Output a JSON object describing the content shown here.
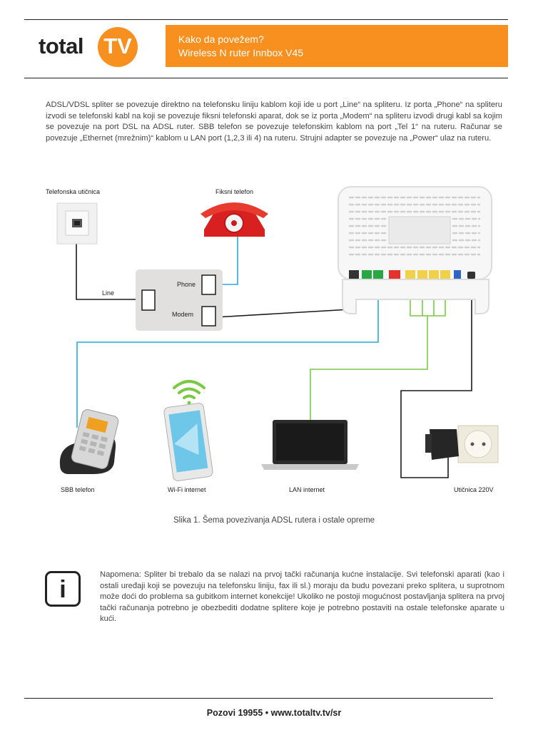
{
  "logo": {
    "word": "total",
    "mark": "TV"
  },
  "header": {
    "title_line1": "Kako da povežem?",
    "title_line2": "Wireless N ruter Innbox V45"
  },
  "intro_text": "ADSL/VDSL spliter se povezuje direktno na telefonsku liniju kablom koji ide u port „Line“ na spliteru. Iz porta „Phone“ na spliteru izvodi se telefonski kabl na koji se povezuje fiksni telefonski aparat, dok se iz porta „Modem“ na spliteru izvodi drugi kabl sa kojim se povezuje na port DSL na ADSL ruter. SBB telefon se povezuje telefonskim kablom na port „Tel 1“ na ruteru. Računar se povezuje „Ethernet (mrežnim)“ kablom u LAN port (1,2,3 ili 4) na ruteru. Strujni adapter se povezuje na „Power“ ulaz na ruteru.",
  "diagram": {
    "labels": {
      "wall_socket": "Telefonska utičnica",
      "fixed_phone": "Fiksni telefon",
      "line": "Line",
      "phone_port": "Phone",
      "modem_port": "Modem",
      "sbb_phone": "SBB telefon",
      "wifi": "Wi-Fi internet",
      "lan": "LAN internet",
      "power": "Utičnica 220V"
    },
    "colors": {
      "phone_cable": "#29a8e0",
      "lan_cable": "#7ac943",
      "line_cable": "#1a1a1a",
      "wifi_icon": "#7ac943",
      "lan_port": "#f2d14a",
      "tel_port": "#27a844",
      "dsl_port": "#e5322d"
    }
  },
  "caption": "Slika 1. Šema povezivanja ADSL rutera i ostale opreme",
  "info_icon_label": "i",
  "note_text": "Napomena: Spliter bi trebalo da se nalazi na prvoj tački računanja kućne instalacije. Svi telefonski aparati (kao i ostali uređaji koji se povezuju na telefonsku liniju, fax ili sl.) moraju da budu povezani preko splitera, u suprotnom može doći do problema sa gubitkom internet konekcije! Ukoliko ne postoji mogućnost postavljanja splitera na prvoj tački računanja potrebno je obezbediti dodatne splitere koje je potrebno postaviti na ostale telefonske aparate u kući.",
  "footer": "Pozovi 19955  •  www.totaltv.tv/sr"
}
